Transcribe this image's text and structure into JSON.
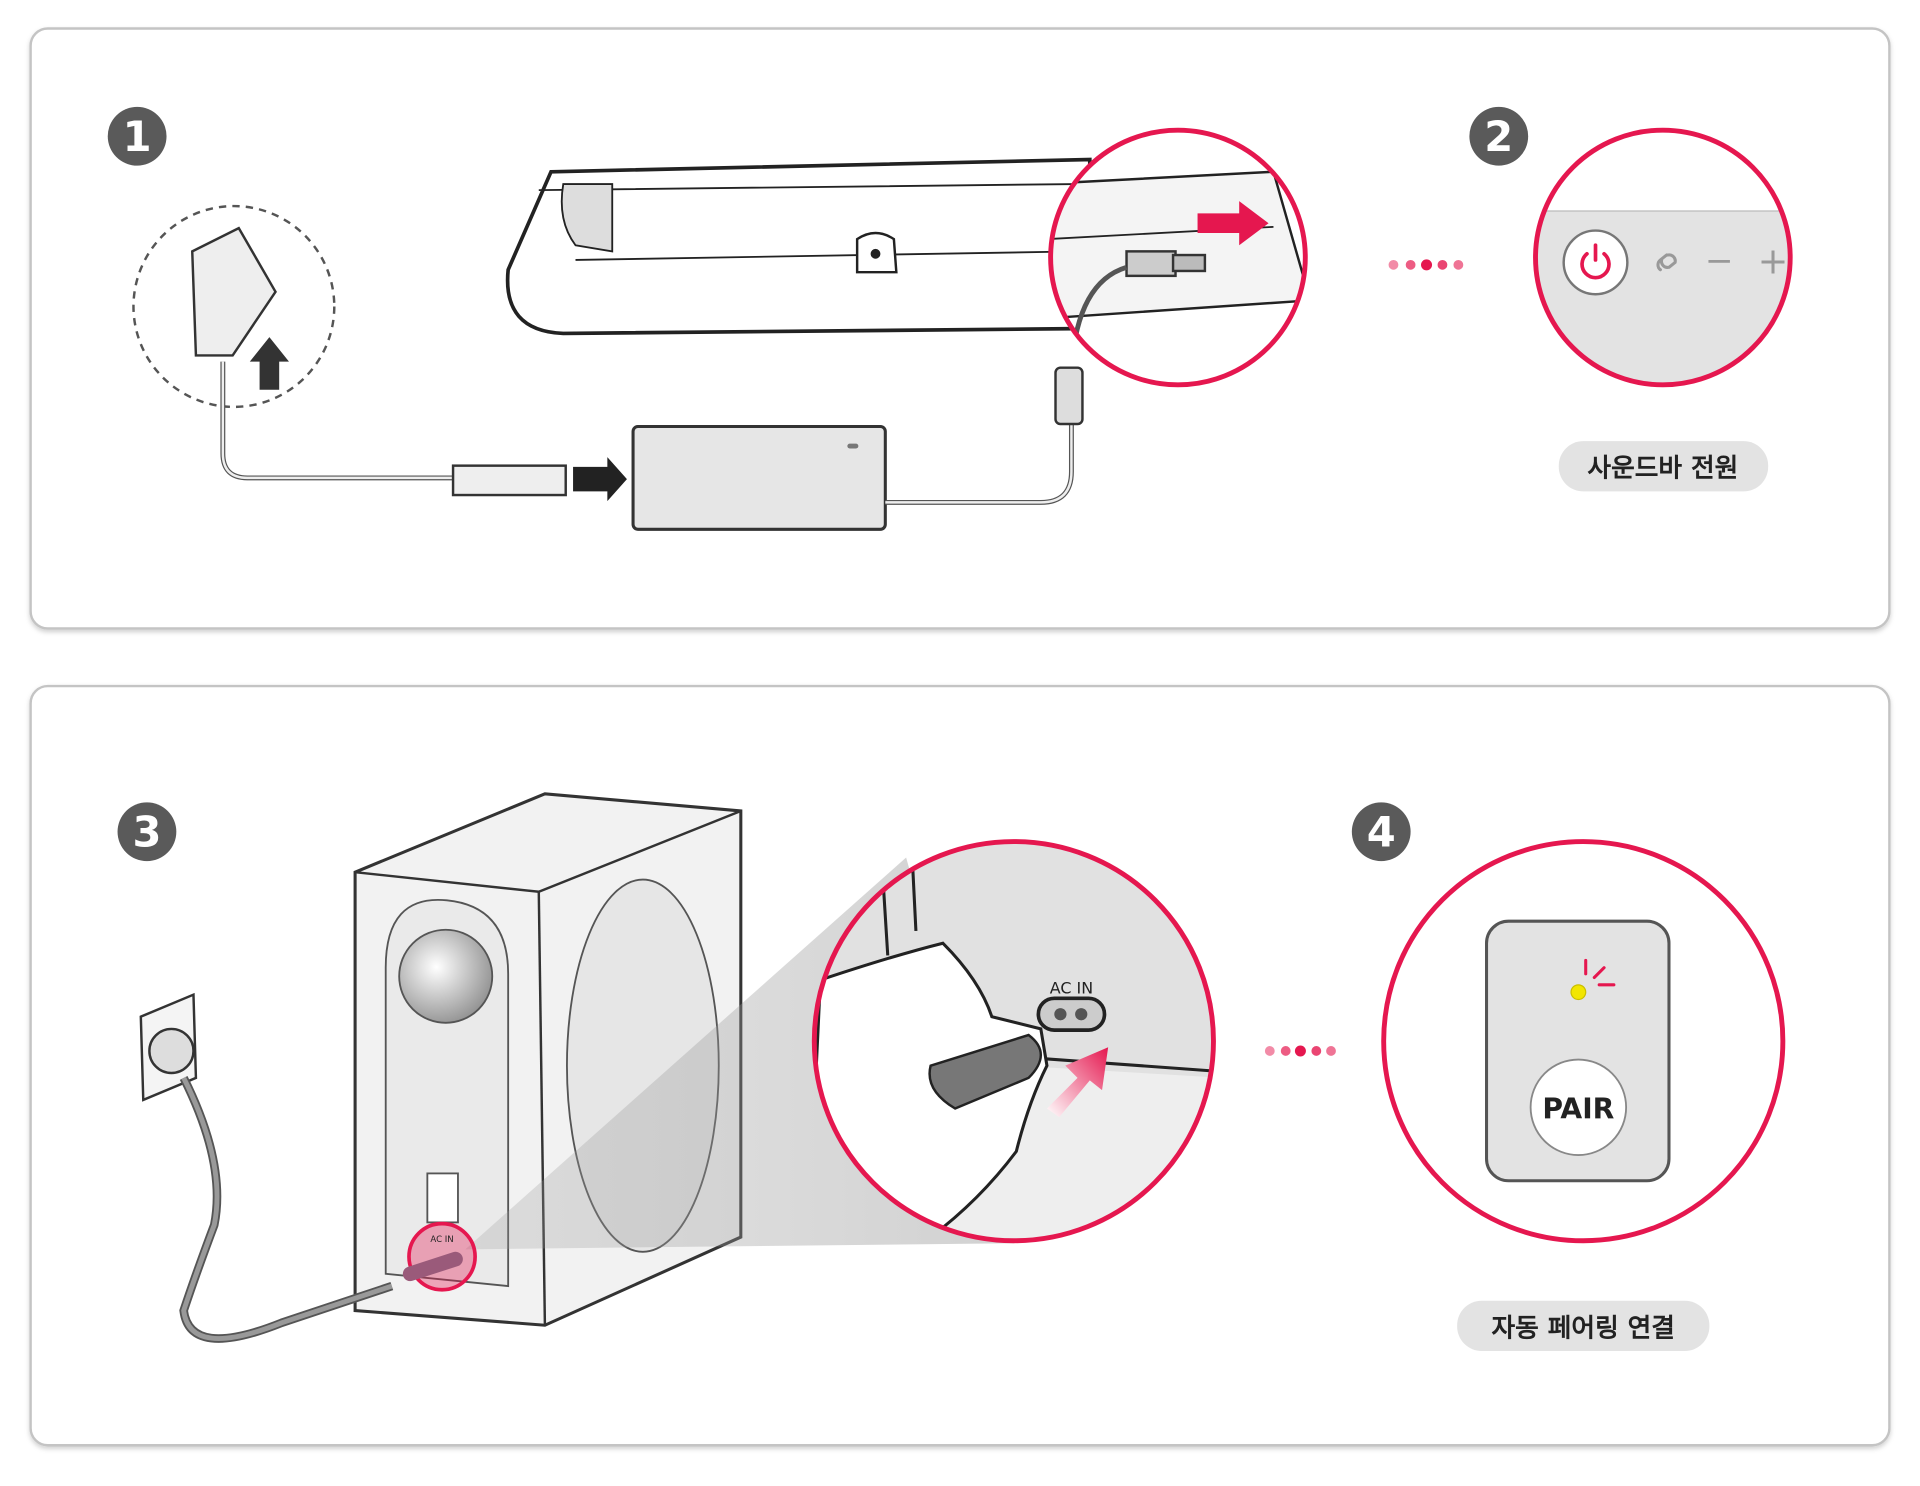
{
  "colors": {
    "accent": "#e5174f",
    "panel_border": "#bdbdbd",
    "badge": "#5a5a5a",
    "label_bg": "#e3e3e3",
    "led": "#f2e600"
  },
  "panel1": {
    "step1": "1",
    "step2": "2",
    "caption": "사운드바 전원",
    "buttons": {
      "power": "power-icon",
      "link": "link-icon",
      "minus": "−",
      "plus": "+"
    }
  },
  "panel2": {
    "step3": "3",
    "step4": "4",
    "ac_in_small": "AC IN",
    "ac_in_large": "AC IN",
    "pair_button": "PAIR",
    "caption": "자동 페어링 연결"
  }
}
